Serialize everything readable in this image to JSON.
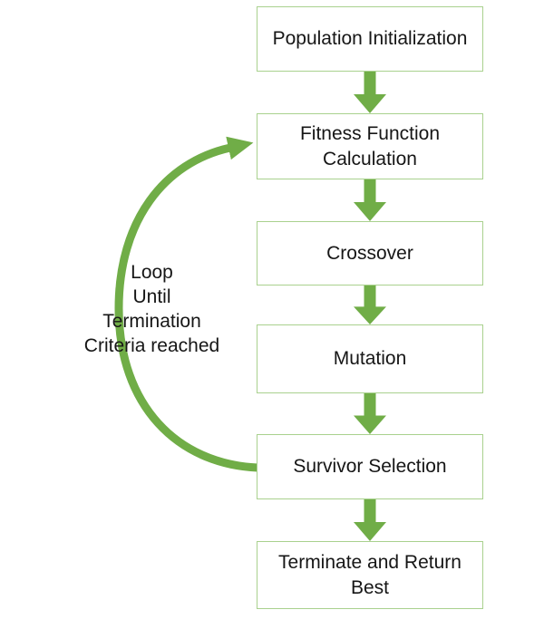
{
  "diagram": {
    "type": "flowchart",
    "background_color": "#ffffff",
    "accent_color": "#70AD47",
    "box_border_color": "#A9D18E",
    "text_color": "#161616",
    "nodes": [
      {
        "id": "population-initialization",
        "label": "Population Initialization"
      },
      {
        "id": "fitness-function-calculation",
        "label": "Fitness Function Calculation"
      },
      {
        "id": "crossover",
        "label": "Crossover"
      },
      {
        "id": "mutation",
        "label": "Mutation"
      },
      {
        "id": "survivor-selection",
        "label": "Survivor Selection"
      },
      {
        "id": "terminate-and-return-best",
        "label": "Terminate and Return Best"
      }
    ],
    "connectors": {
      "down_arrow_count": 5,
      "loop_arrow": {
        "from": "survivor-selection",
        "to": "fitness-function-calculation"
      }
    },
    "loop_label": {
      "line1": "Loop",
      "line2": "Until",
      "line3": "Termination",
      "line4": "Criteria reached"
    }
  }
}
